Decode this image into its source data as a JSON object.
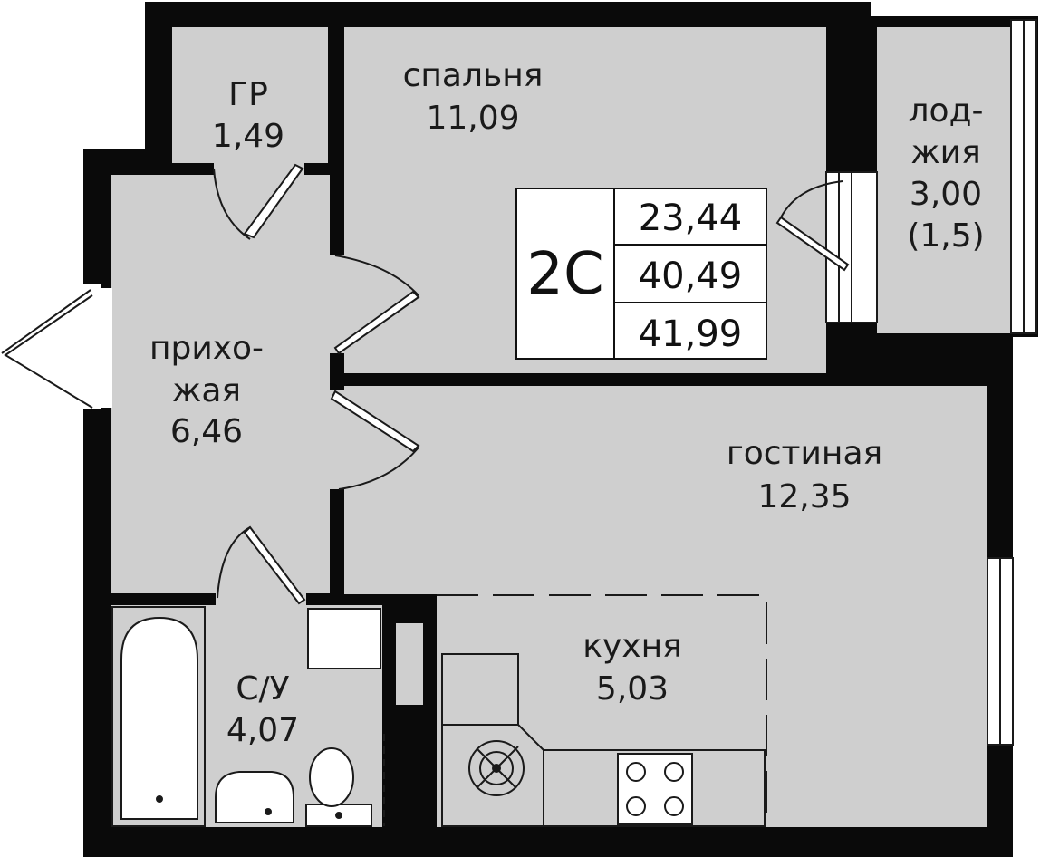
{
  "colors": {
    "room": "#cfcfcf",
    "wall": "#0a0a0a",
    "line": "#1a1a1a",
    "white": "#ffffff"
  },
  "rooms": {
    "gr": {
      "name": "ГР",
      "area": "1,49"
    },
    "spalnya": {
      "name": "спальня",
      "area": "11,09"
    },
    "lodzhiya": {
      "name_1": "лод-",
      "name_2": "жия",
      "area": "3,00",
      "area_reduced": "(1,5)"
    },
    "prihozhaya": {
      "name_1": "прихо-",
      "name_2": "жая",
      "area": "6,46"
    },
    "gostinaya": {
      "name": "гостиная",
      "area": "12,35"
    },
    "kuhnya": {
      "name": "кухня",
      "area": "5,03"
    },
    "su": {
      "name": "С/У",
      "area": "4,07"
    }
  },
  "summary": {
    "type": "2С",
    "living_area": "23,44",
    "total_area": "40,49",
    "total_with_loggia": "41,99"
  }
}
